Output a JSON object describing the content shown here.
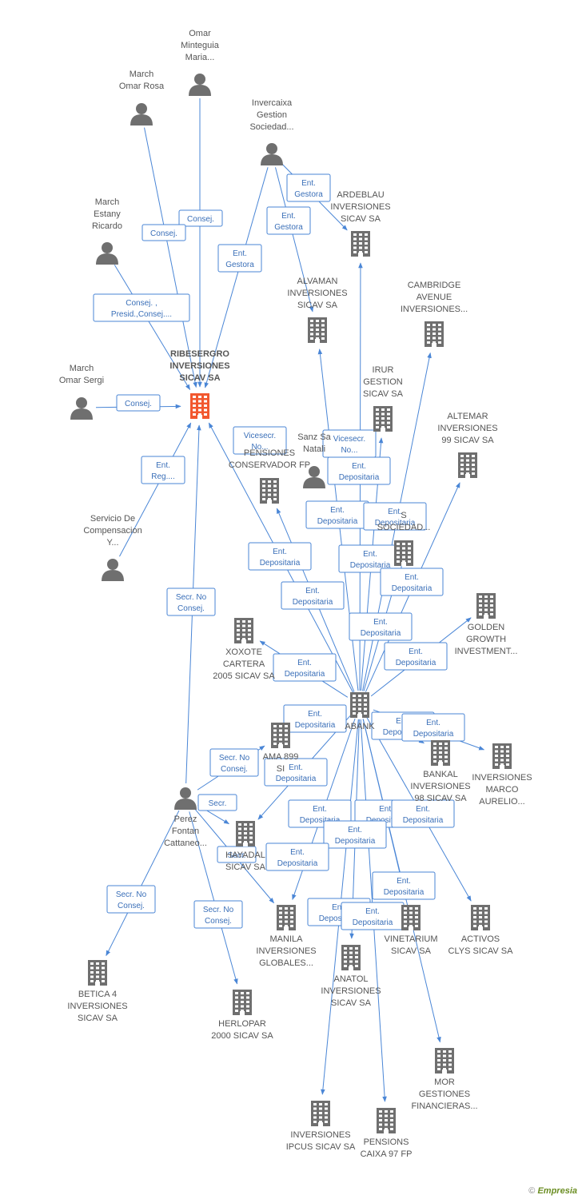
{
  "colors": {
    "edge": "#4a86d6",
    "icon": "#6f6f6f",
    "main_icon": "#f2582f",
    "label": "#555555"
  },
  "footer": {
    "copyright": "©",
    "brand": "Empresia"
  },
  "nodes": [
    {
      "id": "main",
      "type": "company",
      "main": true,
      "label": [
        "RIBESERGRO",
        "INVERSIONES",
        "SICAV SA"
      ]
    },
    {
      "id": "omar_minteguia",
      "type": "person",
      "label": [
        "Omar",
        "Minteguia",
        "Maria..."
      ]
    },
    {
      "id": "march_omar_rosa",
      "type": "person",
      "label": [
        "March",
        "Omar Rosa"
      ]
    },
    {
      "id": "invercaixa",
      "type": "person",
      "label": [
        "Invercaixa",
        "Gestion",
        "Sociedad..."
      ]
    },
    {
      "id": "march_estany",
      "type": "person",
      "label": [
        "March",
        "Estany",
        "Ricardo"
      ]
    },
    {
      "id": "march_omar_sergi",
      "type": "person",
      "label": [
        "March",
        "Omar Sergi"
      ]
    },
    {
      "id": "servicio_comp",
      "type": "person",
      "label": [
        "Servicio De",
        "Compensacion",
        "Y..."
      ]
    },
    {
      "id": "perez_fontan",
      "type": "person",
      "label": [
        "Perez",
        "Fontan",
        "Cattaneo..."
      ]
    },
    {
      "id": "sanz_natali",
      "type": "person",
      "label": [
        "Sanz Sa",
        "Natali"
      ]
    },
    {
      "id": "ardeblau",
      "type": "company",
      "label": [
        "ARDEBLAU",
        "INVERSIONES",
        "SICAV SA"
      ]
    },
    {
      "id": "alvaman",
      "type": "company",
      "label": [
        "ALVAMAN",
        "INVERSIONES",
        "SICAV SA"
      ]
    },
    {
      "id": "cambridge",
      "type": "company",
      "label": [
        "CAMBRIDGE",
        "AVENUE",
        "INVERSIONES..."
      ]
    },
    {
      "id": "irur",
      "type": "company",
      "label": [
        "IRUR",
        "GESTION",
        "SICAV SA"
      ]
    },
    {
      "id": "altemar",
      "type": "company",
      "label": [
        "ALTEMAR",
        "INVERSIONES",
        "99 SICAV SA"
      ]
    },
    {
      "id": "pensiones_conservador",
      "type": "company",
      "label": [
        "PENSIONES",
        "CONSERVADOR FP"
      ]
    },
    {
      "id": "sociedad_s",
      "type": "company",
      "label": [
        "S",
        "SOCIEDAD..."
      ]
    },
    {
      "id": "golden_growth",
      "type": "company",
      "label": [
        "GOLDEN",
        "GROWTH",
        "INVESTMENT..."
      ]
    },
    {
      "id": "xoxote",
      "type": "company",
      "label": [
        "XOXOTE",
        "CARTERA",
        "2005 SICAV SA"
      ]
    },
    {
      "id": "caixabank",
      "type": "company",
      "label": [
        "ABANK"
      ]
    },
    {
      "id": "ama_899",
      "type": "company",
      "label": [
        "AMA 899",
        "SI"
      ]
    },
    {
      "id": "bankal",
      "type": "company",
      "label": [
        "BANKAL",
        "INVERSIONES",
        "98 SICAV SA"
      ]
    },
    {
      "id": "marco_aurelio",
      "type": "company",
      "label": [
        "INVERSIONES",
        "MARCO",
        "AURELIO..."
      ]
    },
    {
      "id": "hayadal",
      "type": "company",
      "label": [
        "HAYADAL",
        "SICAV SA"
      ]
    },
    {
      "id": "manila",
      "type": "company",
      "label": [
        "MANILA",
        "INVERSIONES",
        "GLOBALES..."
      ]
    },
    {
      "id": "vinetarium",
      "type": "company",
      "label": [
        "VINETARIUM",
        "SICAV SA"
      ]
    },
    {
      "id": "activos_clys",
      "type": "company",
      "label": [
        "ACTIVOS",
        "CLYS SICAV SA"
      ]
    },
    {
      "id": "anatol",
      "type": "company",
      "label": [
        "ANATOL",
        "INVERSIONES",
        "SICAV SA"
      ]
    },
    {
      "id": "betica4",
      "type": "company",
      "label": [
        "BETICA 4",
        "INVERSIONES",
        "SICAV SA"
      ]
    },
    {
      "id": "herlopar",
      "type": "company",
      "label": [
        "HERLOPAR",
        "2000 SICAV SA"
      ]
    },
    {
      "id": "mor_gestiones",
      "type": "company",
      "label": [
        "MOR",
        "GESTIONES",
        "FINANCIERAS..."
      ]
    },
    {
      "id": "ipcus",
      "type": "company",
      "label": [
        "INVERSIONES",
        "IPCUS SICAV SA"
      ]
    },
    {
      "id": "pensions_caixa97",
      "type": "company",
      "label": [
        "PENSIONS",
        "CAIXA 97 FP"
      ]
    }
  ],
  "edges": [
    {
      "from": "omar_minteguia",
      "to": "main",
      "label": [
        "Consej."
      ]
    },
    {
      "from": "march_omar_rosa",
      "to": "main",
      "label": [
        "Consej."
      ]
    },
    {
      "from": "invercaixa",
      "to": "main",
      "label": [
        "Ent.",
        "Gestora"
      ]
    },
    {
      "from": "invercaixa",
      "to": "ardeblau",
      "label": [
        "Ent.",
        "Gestora"
      ]
    },
    {
      "from": "invercaixa",
      "to": "alvaman",
      "label": [
        "Ent.",
        "Gestora"
      ]
    },
    {
      "from": "march_estany",
      "to": "main",
      "label": [
        "Consej. ,",
        "Presid.,Consej...."
      ]
    },
    {
      "from": "march_omar_sergi",
      "to": "main",
      "label": [
        "Consej."
      ]
    },
    {
      "from": "servicio_comp",
      "to": "main",
      "label": [
        "Ent.",
        "Reg...."
      ]
    },
    {
      "from": "perez_fontan",
      "to": "main",
      "label": [
        "Secr. No",
        "Consej."
      ]
    },
    {
      "from": "caixabank",
      "to": "main",
      "label": [
        "Vicesecr.",
        "No..."
      ]
    },
    {
      "from": "caixabank",
      "to": "ardeblau",
      "label": [
        "Vicesecr.",
        "No..."
      ]
    },
    {
      "from": "caixabank",
      "to": "irur",
      "label": [
        "Ent.",
        "Depositaria"
      ]
    },
    {
      "from": "caixabank",
      "to": "alvaman",
      "label": [
        "Ent.",
        "Depositaria"
      ]
    },
    {
      "from": "caixabank",
      "to": "cambridge",
      "label": [
        "Ent.",
        "Depositaria"
      ]
    },
    {
      "from": "caixabank",
      "to": "sociedad_s",
      "label": [
        "Ent.",
        "Depositaria"
      ]
    },
    {
      "from": "caixabank",
      "to": "altemar",
      "label": [
        "Ent.",
        "Depositaria"
      ]
    },
    {
      "from": "caixabank",
      "to": "pensiones_conservador",
      "label": [
        "Ent.",
        "Depositaria"
      ]
    },
    {
      "from": "caixabank",
      "to": "golden_growth",
      "label": [
        "Ent.",
        "Depositaria"
      ]
    },
    {
      "from": "caixabank",
      "to": "xoxote",
      "label": [
        "Ent.",
        "Depositaria"
      ]
    },
    {
      "from": "caixabank",
      "to": "ama_899",
      "label": [
        "Ent.",
        "Depositaria"
      ]
    },
    {
      "from": "caixabank",
      "to": "bankal",
      "label": [
        "Ent.",
        "Depositaria"
      ]
    },
    {
      "from": "caixabank",
      "to": "marco_aurelio",
      "label": [
        "Ent.",
        "Depositaria"
      ]
    },
    {
      "from": "caixabank",
      "to": "hayadal",
      "label": [
        "Ent.",
        "Depositaria"
      ]
    },
    {
      "from": "caixabank",
      "to": "manila",
      "label": [
        "Ent.",
        "Depositaria"
      ]
    },
    {
      "from": "caixabank",
      "to": "vinetarium",
      "label": [
        "Ent.",
        "Depositaria"
      ]
    },
    {
      "from": "caixabank",
      "to": "activos_clys",
      "label": [
        "Ent.",
        "Depositaria"
      ]
    },
    {
      "from": "caixabank",
      "to": "anatol",
      "label": [
        "Ent.",
        "Depositaria"
      ]
    },
    {
      "from": "caixabank",
      "to": "mor_gestiones",
      "label": [
        "Ent.",
        "Depositaria"
      ]
    },
    {
      "from": "caixabank",
      "to": "ipcus",
      "label": [
        "Ent.",
        "Depositaria"
      ]
    },
    {
      "from": "caixabank",
      "to": "pensions_caixa97",
      "label": [
        "Ent.",
        "Depositaria"
      ]
    },
    {
      "from": "perez_fontan",
      "to": "ama_899",
      "label": [
        "Secr. No",
        "Consej."
      ]
    },
    {
      "from": "perez_fontan",
      "to": "hayadal",
      "label": [
        "Secr."
      ]
    },
    {
      "from": "perez_fontan",
      "to": "manila",
      "label": [
        "Secr."
      ]
    },
    {
      "from": "perez_fontan",
      "to": "betica4",
      "label": [
        "Secr. No",
        "Consej."
      ]
    },
    {
      "from": "perez_fontan",
      "to": "herlopar",
      "label": [
        "Secr. No",
        "Consej."
      ]
    }
  ]
}
